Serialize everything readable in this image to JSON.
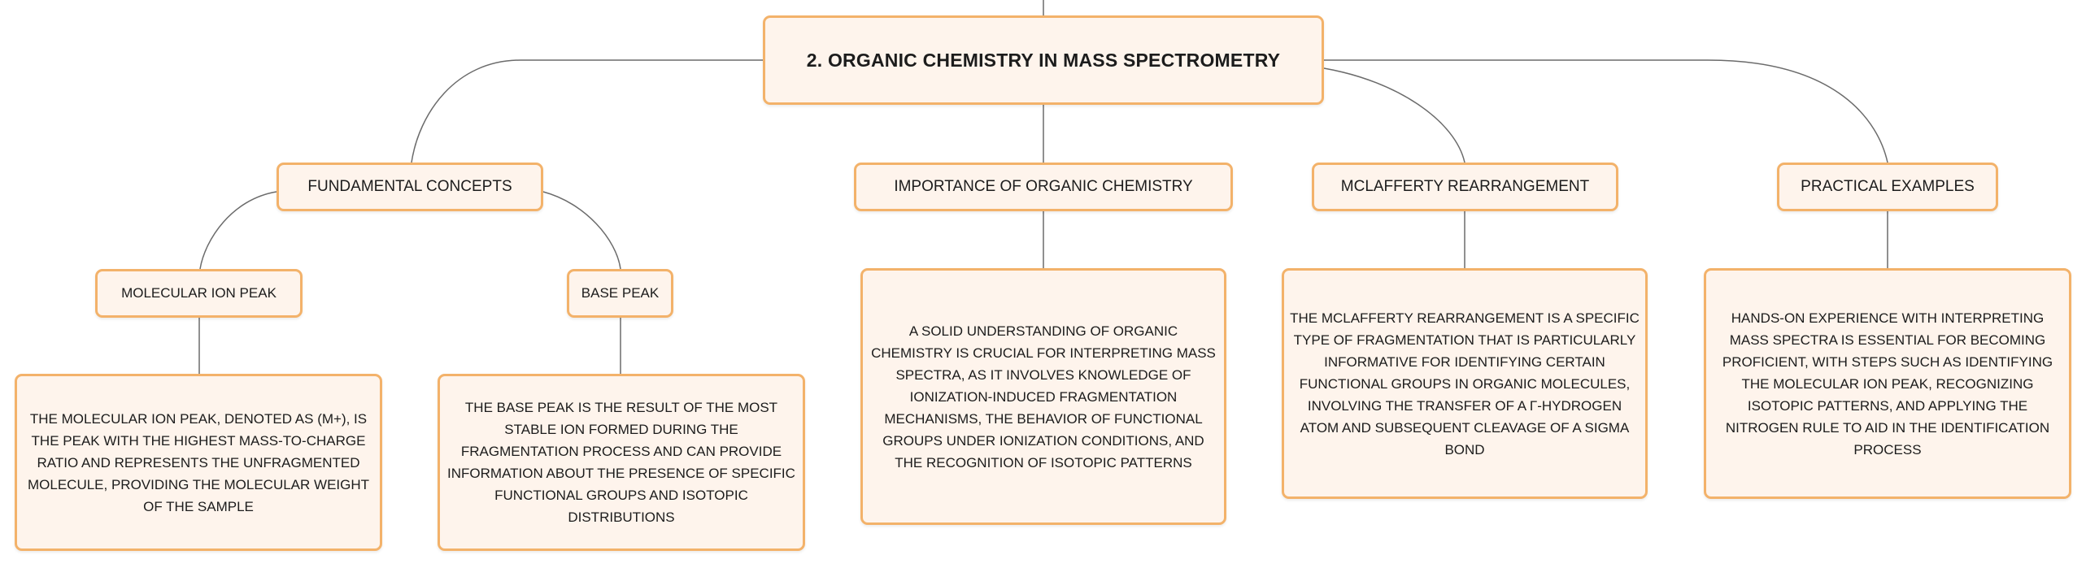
{
  "diagram": {
    "root": {
      "label": "2. ORGANIC CHEMISTRY IN MASS SPECTROMETRY"
    },
    "topics": [
      {
        "label": "FUNDAMENTAL CONCEPTS",
        "children": [
          {
            "label": "MOLECULAR ION PEAK",
            "detail": "THE MOLECULAR ION PEAK, DENOTED AS (M+), IS THE PEAK WITH THE HIGHEST MASS-TO-CHARGE RATIO AND REPRESENTS THE UNFRAGMENTED MOLECULE, PROVIDING THE MOLECULAR WEIGHT OF THE SAMPLE"
          },
          {
            "label": "BASE PEAK",
            "detail": "THE BASE PEAK IS THE RESULT OF THE MOST STABLE ION FORMED DURING THE FRAGMENTATION PROCESS AND CAN PROVIDE INFORMATION ABOUT THE PRESENCE OF SPECIFIC FUNCTIONAL GROUPS AND ISOTOPIC DISTRIBUTIONS"
          }
        ]
      },
      {
        "label": "IMPORTANCE OF ORGANIC CHEMISTRY",
        "detail": "A SOLID UNDERSTANDING OF ORGANIC CHEMISTRY IS CRUCIAL FOR INTERPRETING MASS SPECTRA, AS IT INVOLVES KNOWLEDGE OF IONIZATION-INDUCED FRAGMENTATION MECHANISMS, THE BEHAVIOR OF FUNCTIONAL GROUPS UNDER IONIZATION CONDITIONS, AND THE RECOGNITION OF ISOTOPIC PATTERNS"
      },
      {
        "label": "MCLAFFERTY REARRANGEMENT",
        "detail": "THE MCLAFFERTY REARRANGEMENT IS A SPECIFIC TYPE OF FRAGMENTATION THAT IS PARTICULARLY INFORMATIVE FOR IDENTIFYING CERTAIN FUNCTIONAL GROUPS IN ORGANIC MOLECULES, INVOLVING THE TRANSFER OF A Γ-HYDROGEN ATOM AND SUBSEQUENT CLEAVAGE OF A SIGMA BOND"
      },
      {
        "label": "PRACTICAL EXAMPLES",
        "detail": "HANDS-ON EXPERIENCE WITH INTERPRETING MASS SPECTRA IS ESSENTIAL FOR BECOMING PROFICIENT, WITH STEPS SUCH AS IDENTIFYING THE MOLECULAR ION PEAK, RECOGNIZING ISOTOPIC PATTERNS, AND APPLYING THE NITROGEN RULE TO AID IN THE IDENTIFICATION PROCESS"
      }
    ],
    "colors": {
      "node_fill": "#fef4ec",
      "node_border": "#f3b26a",
      "connector": "#6b6b6b",
      "text": "#1c1c1c"
    }
  }
}
